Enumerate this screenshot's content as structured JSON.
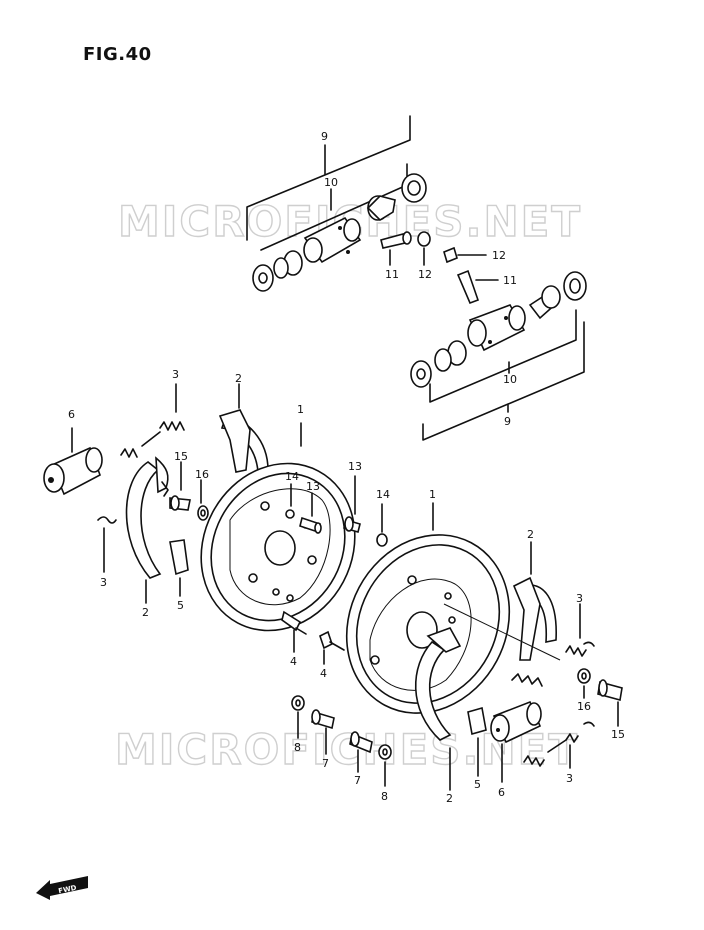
{
  "figure": {
    "title": "FIG.40"
  },
  "watermark": {
    "text": "MICROFICHES.NET"
  },
  "callouts": [
    {
      "n": "9"
    },
    {
      "n": "10"
    },
    {
      "n": "11"
    },
    {
      "n": "12"
    },
    {
      "n": "12"
    },
    {
      "n": "11"
    },
    {
      "n": "10"
    },
    {
      "n": "9"
    },
    {
      "n": "3"
    },
    {
      "n": "2"
    },
    {
      "n": "1"
    },
    {
      "n": "6"
    },
    {
      "n": "15"
    },
    {
      "n": "16"
    },
    {
      "n": "14"
    },
    {
      "n": "13"
    },
    {
      "n": "13"
    },
    {
      "n": "14"
    },
    {
      "n": "3"
    },
    {
      "n": "2"
    },
    {
      "n": "5"
    },
    {
      "n": "4"
    },
    {
      "n": "4"
    },
    {
      "n": "8"
    },
    {
      "n": "7"
    },
    {
      "n": "7"
    },
    {
      "n": "8"
    },
    {
      "n": "1"
    },
    {
      "n": "2"
    },
    {
      "n": "3"
    },
    {
      "n": "16"
    },
    {
      "n": "15"
    },
    {
      "n": "2"
    },
    {
      "n": "5"
    },
    {
      "n": "6"
    },
    {
      "n": "3"
    }
  ],
  "fwd_arrow": {
    "text": "FWD"
  }
}
